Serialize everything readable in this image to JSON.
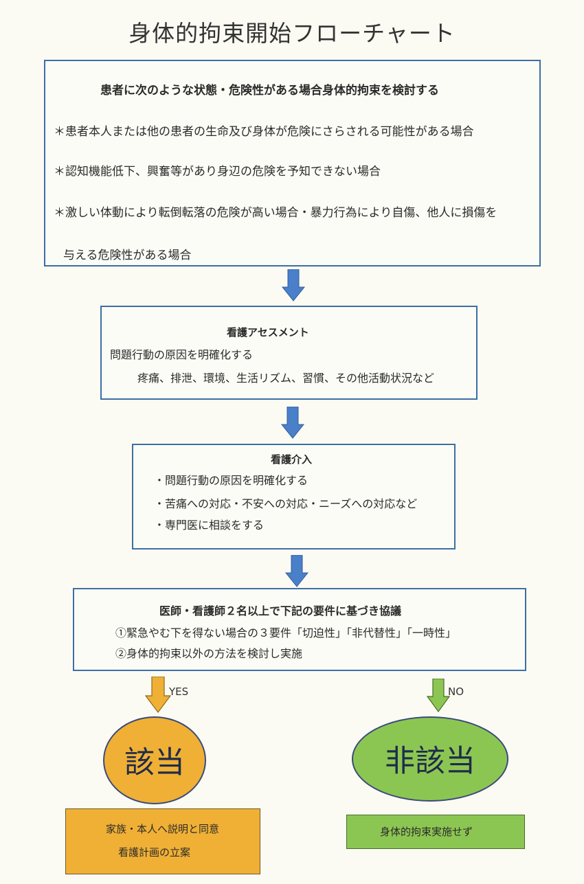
{
  "title": "身体的拘束開始フローチャート",
  "box1": {
    "heading": "患者に次のような状態・危険性がある場合身体的拘束を検討する",
    "items": [
      "＊患者本人または他の患者の生命及び身体が危険にさらされる可能性がある場合",
      "＊認知機能低下、興奮等があり身辺の危険を予知できない場合",
      "＊激しい体動により転倒転落の危険が高い場合・暴力行為により自傷、他人に損傷を",
      "与える危険性がある場合"
    ]
  },
  "box2": {
    "heading": "看護アセスメント",
    "line1": "問題行動の原因を明確化する",
    "line2": "疼痛、排泄、環境、生活リズム、習慣、その他活動状況など"
  },
  "box3": {
    "heading": "看護介入",
    "items": [
      "・問題行動の原因を明確化する",
      "・苦痛への対応・不安への対応・ニーズへの対応など",
      "・専門医に相談をする"
    ]
  },
  "box4": {
    "heading": "医師・看護師２名以上で下記の要件に基づき協議",
    "items": [
      "①緊急やむ下を得ない場合の３要件「切迫性」「非代替性」「一時性」",
      "②身体的拘束以外の方法を検討し実施"
    ]
  },
  "yes": {
    "label": "YES",
    "result": "該当",
    "action_lines": [
      "家族・本人へ説明と同意",
      "看護計画の立案"
    ],
    "color": "#f0b035"
  },
  "no": {
    "label": "NO",
    "result": "非該当",
    "action": "身体的拘束実施せず",
    "color": "#8cc652"
  },
  "colors": {
    "arrow_blue": "#4a7fc9",
    "box_border": "#3c6ea5"
  }
}
